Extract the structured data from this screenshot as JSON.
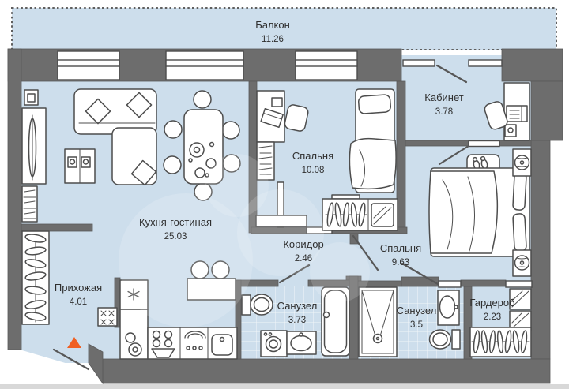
{
  "plan": {
    "balcony": {
      "name": "Балкон",
      "area": "11.26"
    },
    "rooms": [
      {
        "id": "kitchen-living",
        "name": "Кухня-гостиная",
        "area": "25.03"
      },
      {
        "id": "bedroom-1",
        "name": "Спальня",
        "area": "10.08"
      },
      {
        "id": "office",
        "name": "Кабинет",
        "area": "3.78"
      },
      {
        "id": "bedroom-2",
        "name": "Спальня",
        "area": "9.63"
      },
      {
        "id": "hallway",
        "name": "Прихожая",
        "area": "4.01"
      },
      {
        "id": "corridor",
        "name": "Коридор",
        "area": "2.46"
      },
      {
        "id": "bathroom-1",
        "name": "Санузел",
        "area": "3.73"
      },
      {
        "id": "bathroom-2",
        "name": "Санузел",
        "area": "3.5"
      },
      {
        "id": "wardrobe",
        "name": "Гардероб",
        "area": "2.23"
      }
    ],
    "colors": {
      "wall": "#6d6d6d",
      "floor": "#cddeec",
      "entrance_marker": "#f05f22"
    }
  }
}
